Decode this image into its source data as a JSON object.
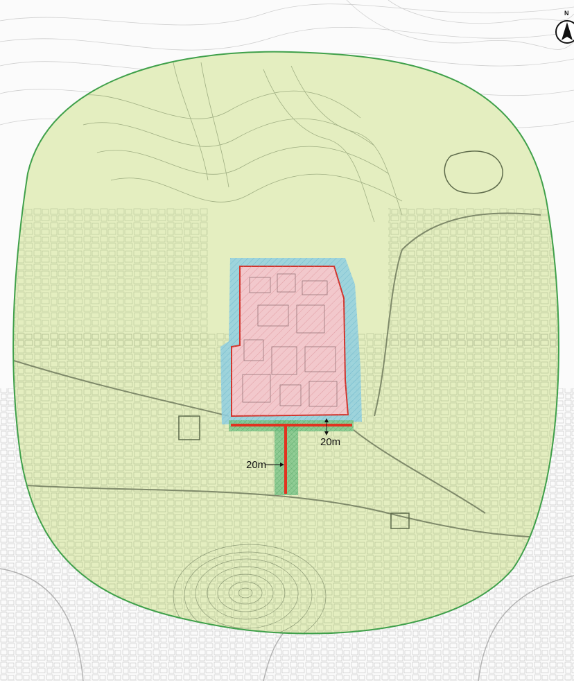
{
  "map": {
    "north_label": "N",
    "dimension_labels": {
      "buffer_south": "20m",
      "buffer_corridor": "20m"
    },
    "colors": {
      "outer_zone_fill": "#e4eec0",
      "outer_zone_stroke": "#3fa04a",
      "buffer_fill": "#92cfe0",
      "core_fill": "#f2c8cc",
      "core_stroke": "#d1352d",
      "corridor_fill": "#7cc48a",
      "road_line": "#8a8a8a",
      "base_map_line": "#c8c8c8"
    },
    "icons": [
      "north-arrow-icon"
    ]
  }
}
